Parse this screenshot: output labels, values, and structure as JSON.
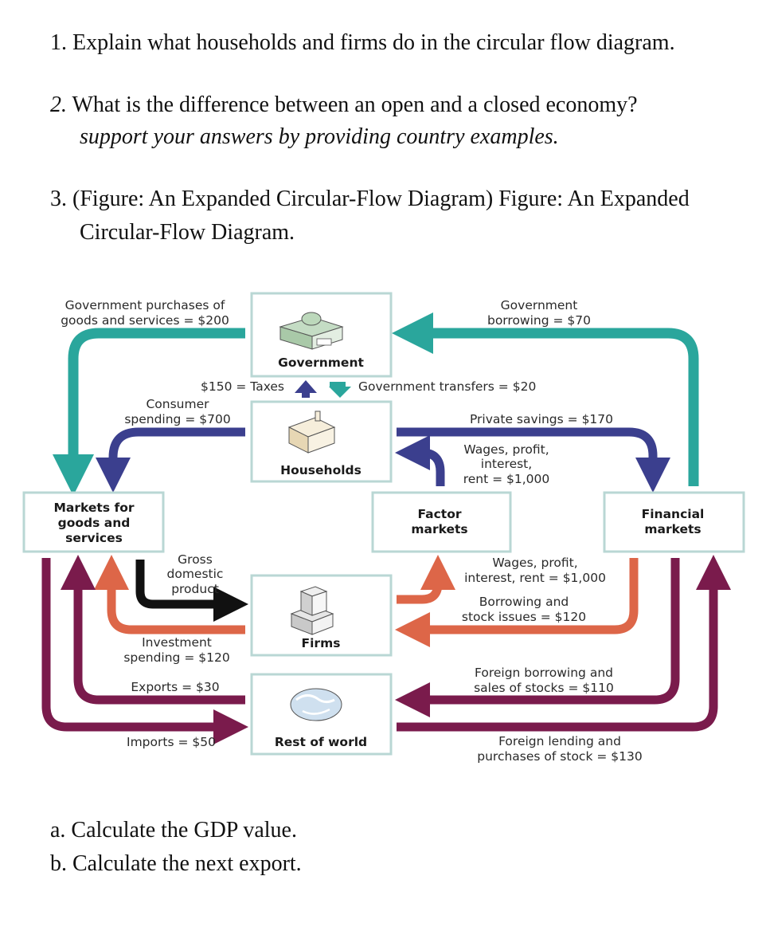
{
  "questions": {
    "q1": {
      "number": "1.",
      "text": "Explain what households and firms do in the circular flow diagram."
    },
    "q2": {
      "number": "2.",
      "text": "What is the difference between an open and a closed economy?",
      "subtext": "support your answers by providing country examples."
    },
    "q3": {
      "number": "3.",
      "line1": "(Figure: An Expanded Circular-Flow Diagram) Figure: An Expanded",
      "line2": "Circular-Flow Diagram."
    },
    "qa": "a. Calculate the GDP value.",
    "qb": "b. Calculate the next export."
  },
  "diagram": {
    "boxes": {
      "government": "Government",
      "households": "Households",
      "firms": "Firms",
      "rest_of_world": "Rest of world",
      "markets_goods": [
        "Markets for",
        "goods and",
        "services"
      ],
      "factor_markets": [
        "Factor",
        "markets"
      ],
      "financial_markets": [
        "Financial",
        "markets"
      ]
    },
    "flows": {
      "gov_purchases": [
        "Government purchases of",
        "goods and services = $200"
      ],
      "gov_borrowing": [
        "Government",
        "borrowing = $70"
      ],
      "taxes": "$150 = Taxes",
      "gov_transfers": "Government transfers = $20",
      "consumer_spending": [
        "Consumer",
        "spending = $700"
      ],
      "private_savings": "Private savings = $170",
      "wages_households": [
        "Wages, profit,",
        "interest,",
        "rent = $1,000"
      ],
      "gdp": [
        "Gross",
        "domestic",
        "product"
      ],
      "wages_firms": [
        "Wages, profit,",
        "interest, rent = $1,000"
      ],
      "borrowing_stock": [
        "Borrowing and",
        "stock issues = $120"
      ],
      "investment": [
        "Investment",
        "spending = $120"
      ],
      "exports": "Exports = $30",
      "foreign_borrowing": [
        "Foreign borrowing and",
        "sales of stocks = $110"
      ],
      "imports": "Imports = $50",
      "foreign_lending": [
        "Foreign lending and",
        "purchases of stock = $130"
      ]
    },
    "colors": {
      "teal": "#2aa69c",
      "navy": "#3b3f8e",
      "orange": "#dd6648",
      "maroon": "#7a1b4c",
      "black": "#111111",
      "box_border": "#b9d7d4"
    }
  }
}
